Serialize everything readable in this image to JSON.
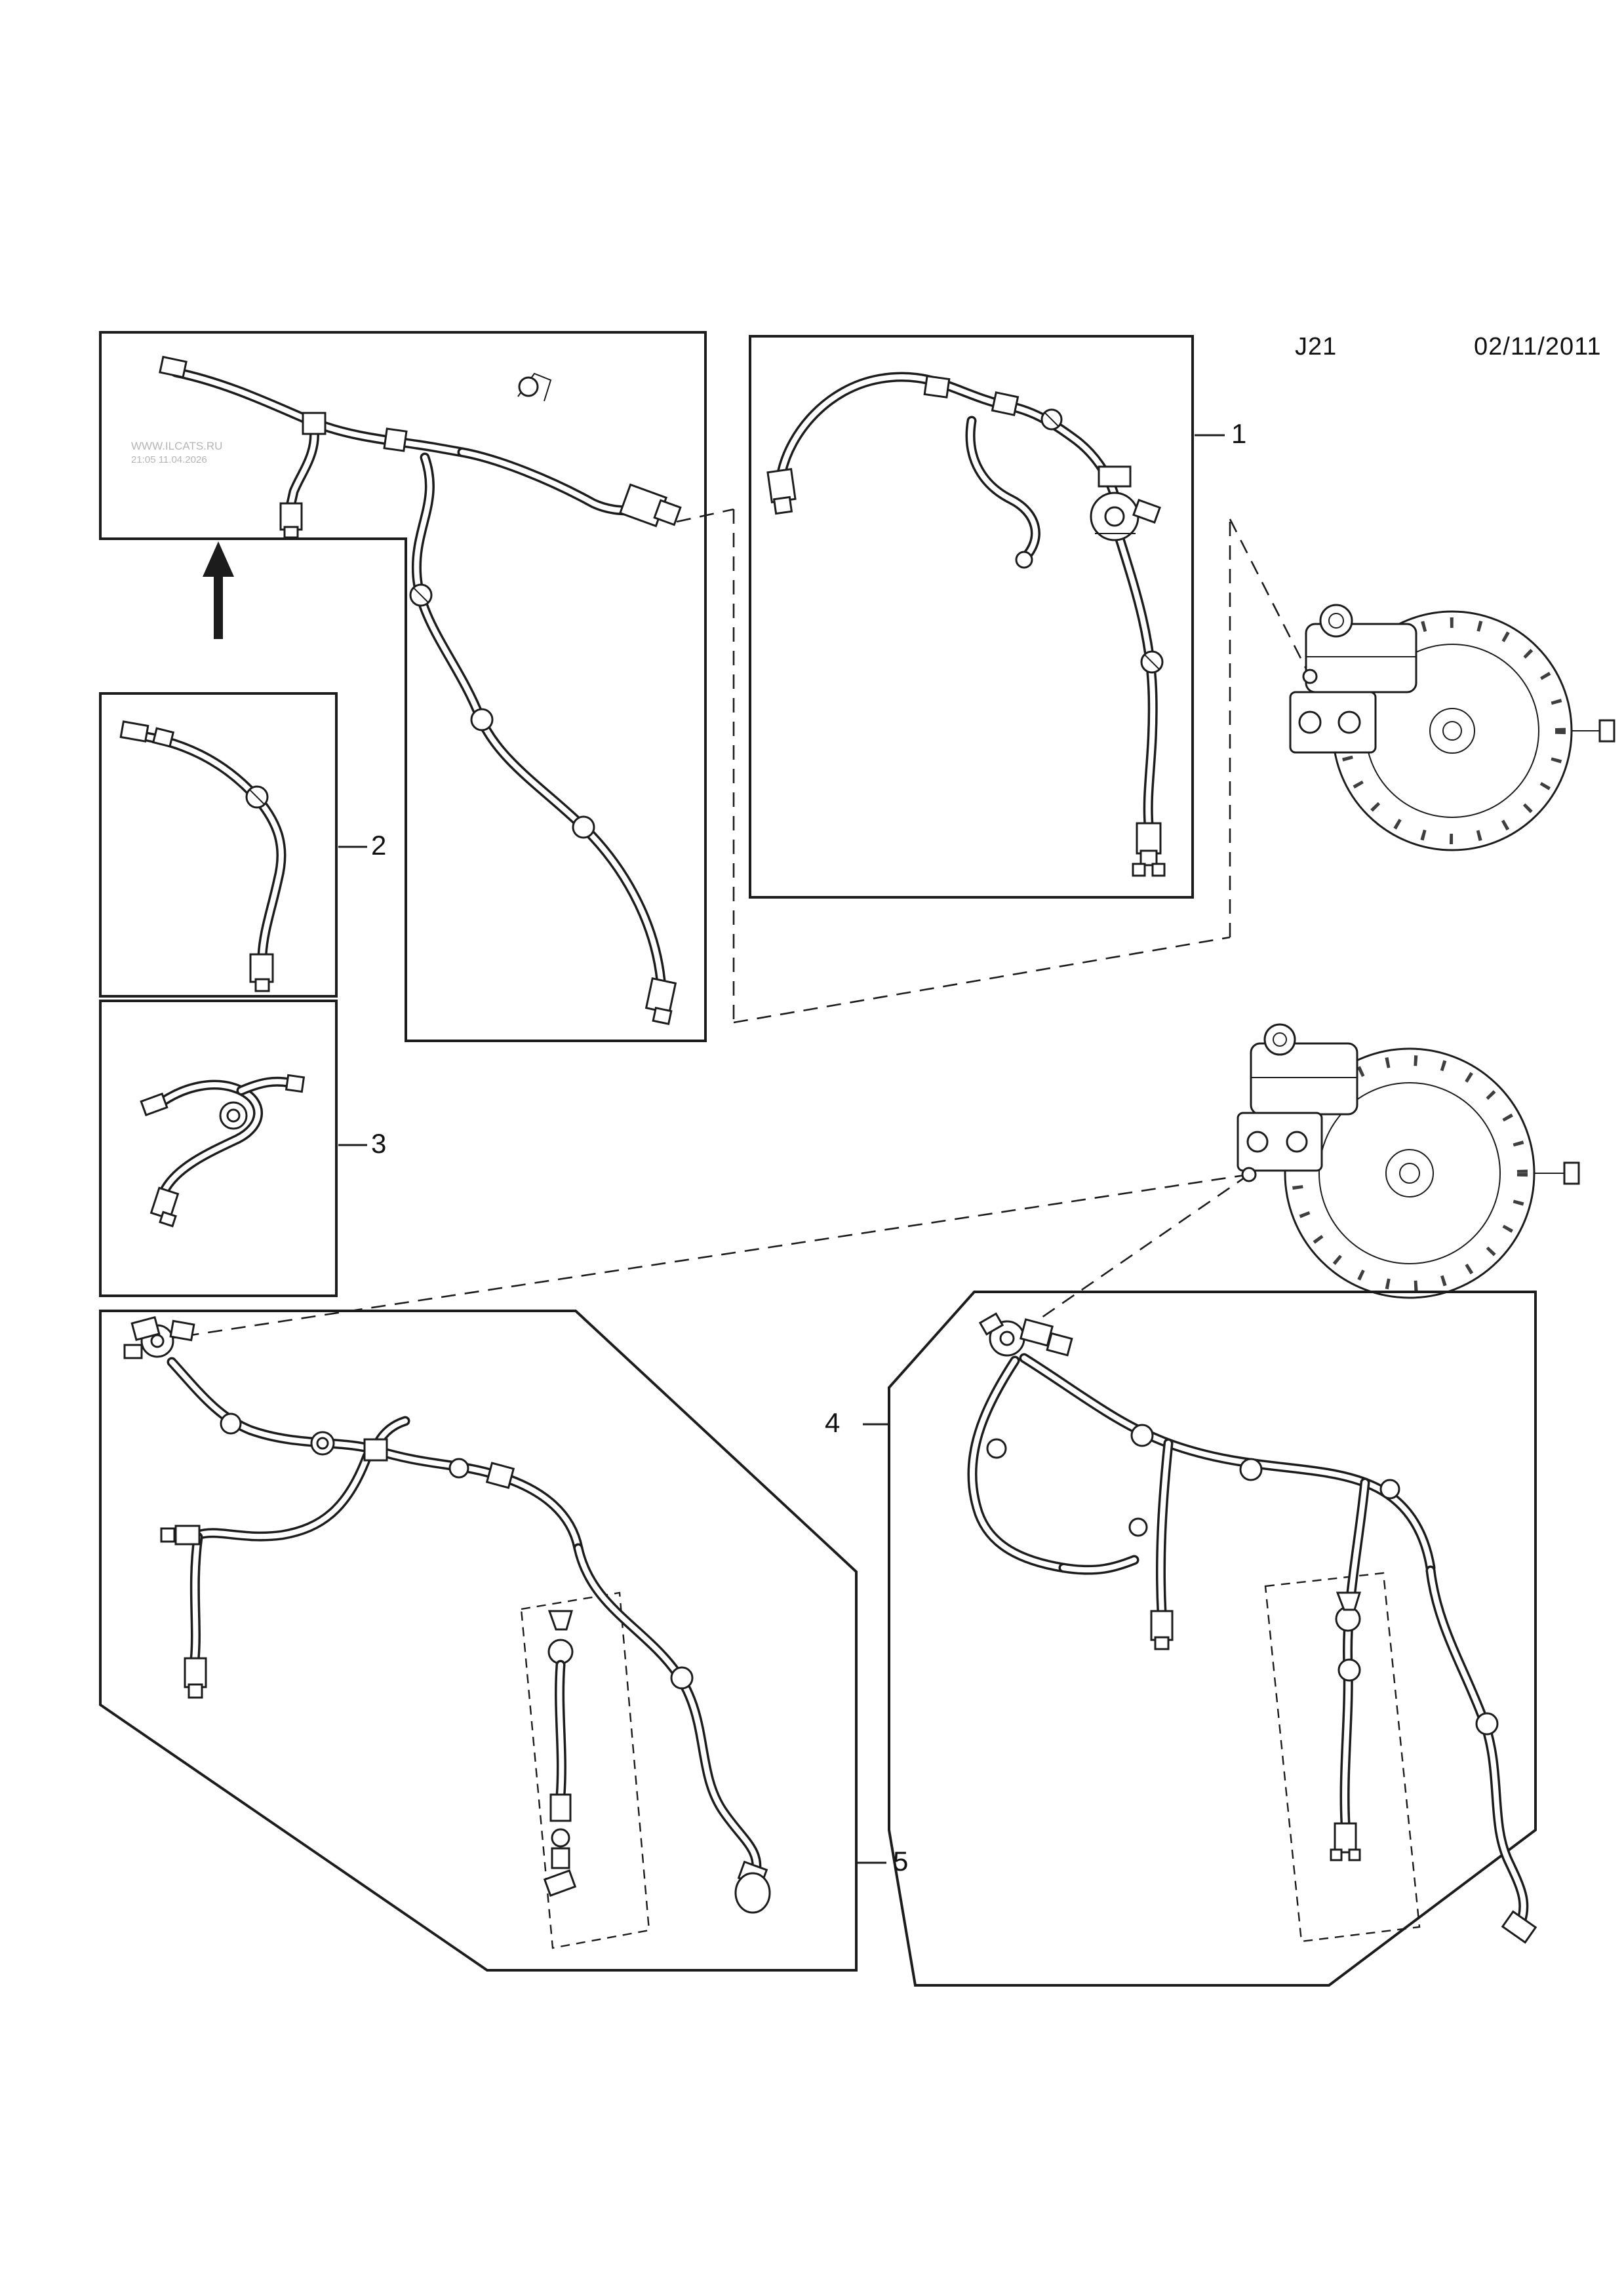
{
  "header": {
    "code": "J21",
    "date": "02/11/2011"
  },
  "watermark": {
    "line1": "WWW.ILCATS.RU",
    "line2": "21:05 11.04.2026"
  },
  "callouts": [
    {
      "label": "1"
    },
    {
      "label": "2"
    },
    {
      "label": "3"
    },
    {
      "label": "4"
    },
    {
      "label": "5"
    }
  ],
  "colors": {
    "ink": "#1c1c1c",
    "watermark": "#b5b5b5",
    "background": "#ffffff"
  }
}
